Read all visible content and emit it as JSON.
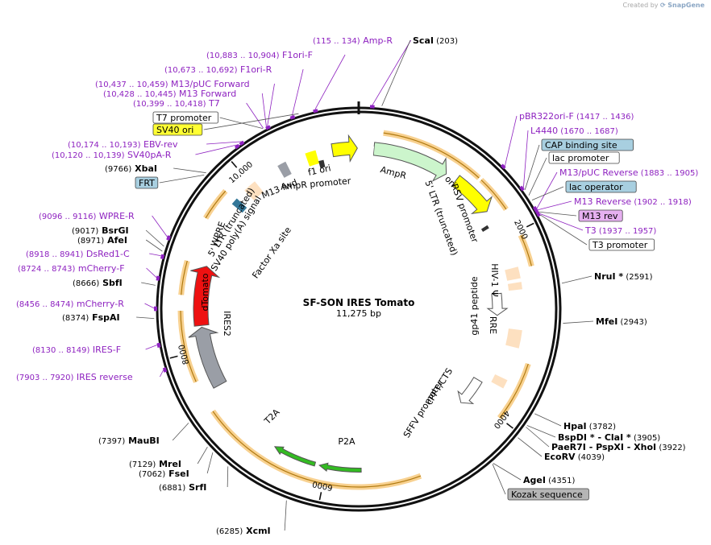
{
  "watermark": {
    "created_by": "Created by",
    "brand": "SnapGene"
  },
  "plasmid": {
    "name": "SF-SON IRES Tomato",
    "size_label": "11,275 bp",
    "length": 11275
  },
  "colors": {
    "primer": "#8e22c0",
    "orange_band": "#f5c26b",
    "feature_yellow": "#ffff00",
    "ampr_green": "#ccf5cc",
    "gray_feature": "#9a9ea6",
    "peach": "#fde0c0",
    "dtomato_red": "#ee1111",
    "p2a_green": "#33bb22",
    "primer_purple": "#c46ab8",
    "box_blue": "#a8cfe0",
    "box_yellow": "#ffff33",
    "box_lavender": "#e6b0f0",
    "box_gray": "#b5b5b5",
    "box_white": "#ffffff"
  },
  "ticks": [
    "2000",
    "4000",
    "6000",
    "8000",
    "10,000"
  ],
  "labels": [
    {
      "kind": "ppos",
      "pos": "(115 .. 134)",
      "name": "Amp-R"
    },
    {
      "kind": "enz",
      "name": "ScaI",
      "pos": "(203)"
    },
    {
      "kind": "ppos",
      "pos": "(10,883 .. 10,904)",
      "name": "F1ori-F"
    },
    {
      "kind": "ppos",
      "pos": "(10,673 .. 10,692)",
      "name": "F1ori-R"
    },
    {
      "kind": "ppos",
      "pos": "(10,437 .. 10,459)",
      "name": "M13/pUC Forward"
    },
    {
      "kind": "ppos",
      "pos": "(10,428 .. 10,445)",
      "name": "M13 Forward"
    },
    {
      "kind": "ppos",
      "pos": "(10,399 .. 10,418)",
      "name": "T7"
    },
    {
      "kind": "box",
      "name": "T7 promoter"
    },
    {
      "kind": "box",
      "name": "SV40 ori"
    },
    {
      "kind": "ppos",
      "pos": "(10,174 .. 10,193)",
      "name": "EBV-rev"
    },
    {
      "kind": "ppos",
      "pos": "(10,120 .. 10,139)",
      "name": "SV40pA-R"
    },
    {
      "kind": "enz",
      "pos": "(9766)",
      "name": "XbaI"
    },
    {
      "kind": "box",
      "name": "FRT"
    },
    {
      "kind": "ppos",
      "pos": "(9096 .. 9116)",
      "name": "WPRE-R"
    },
    {
      "kind": "enz",
      "pos": "(9017)",
      "name": "BsrGI"
    },
    {
      "kind": "enz",
      "pos": "(8971)",
      "name": "AfeI"
    },
    {
      "kind": "ppos",
      "pos": "(8918 .. 8941)",
      "name": "DsRed1-C"
    },
    {
      "kind": "ppos",
      "pos": "(8724 .. 8743)",
      "name": "mCherry-F"
    },
    {
      "kind": "enz",
      "pos": "(8666)",
      "name": "SbfI"
    },
    {
      "kind": "ppos",
      "pos": "(8456 .. 8474)",
      "name": "mCherry-R"
    },
    {
      "kind": "enz",
      "pos": "(8374)",
      "name": "FspAI"
    },
    {
      "kind": "ppos",
      "pos": "(8130 .. 8149)",
      "name": "IRES-F"
    },
    {
      "kind": "ppos",
      "pos": "(7903 .. 7920)",
      "name": "IRES reverse"
    },
    {
      "kind": "enz",
      "pos": "(7397)",
      "name": "MauBI"
    },
    {
      "kind": "enz",
      "pos": "(7129)",
      "name": "MreI"
    },
    {
      "kind": "enz",
      "pos": "(7062)",
      "name": "FseI"
    },
    {
      "kind": "enz",
      "pos": "(6881)",
      "name": "SrfI"
    },
    {
      "kind": "enz",
      "pos": "(6285)",
      "name": "XcmI"
    },
    {
      "kind": "prim",
      "name": "pBR322ori-F",
      "pos": "(1417 .. 1436)"
    },
    {
      "kind": "prim",
      "name": "L4440",
      "pos": "(1670 .. 1687)"
    },
    {
      "kind": "box",
      "name": "CAP binding site"
    },
    {
      "kind": "box",
      "name": "lac promoter"
    },
    {
      "kind": "prim",
      "name": "M13/pUC Reverse",
      "pos": "(1883 .. 1905)"
    },
    {
      "kind": "box",
      "name": "lac operator"
    },
    {
      "kind": "prim",
      "name": "M13 Reverse",
      "pos": "(1902 .. 1918)"
    },
    {
      "kind": "box",
      "name": "M13 rev"
    },
    {
      "kind": "prim",
      "name": "T3",
      "pos": "(1937 .. 1957)"
    },
    {
      "kind": "box",
      "name": "T3 promoter"
    },
    {
      "kind": "enz",
      "name": "NruI *",
      "pos": "(2591)"
    },
    {
      "kind": "enz",
      "name": "MfeI",
      "pos": "(2943)"
    },
    {
      "kind": "enz",
      "name": "HpaI",
      "pos": "(3782)"
    },
    {
      "kind": "enz",
      "name": "BspDI *  - ClaI *",
      "pos": "(3905)"
    },
    {
      "kind": "enz",
      "name": "PaeR7I  - PspXI  - XhoI",
      "pos": "(3922)"
    },
    {
      "kind": "enz",
      "name": "EcoRV",
      "pos": "(4039)"
    },
    {
      "kind": "enz",
      "name": "AgeI",
      "pos": "(4351)"
    },
    {
      "kind": "box",
      "name": "Kozak sequence"
    }
  ],
  "inner_labels": [
    "M13 fwd",
    "f1 ori",
    "AmpR promoter",
    "AmpR",
    "ori",
    "RSV promoter",
    "5' LTR (truncated)",
    "HIV-1 Ψ",
    "gp41 peptide",
    "RRE",
    "cPPT/CTS",
    "SFFV promoter",
    "T2A",
    "P2A",
    "IRES2",
    "dTomato",
    "WPRE",
    "5' LTR (truncated)",
    "SV40 poly(A) signal",
    "Factor Xa site"
  ]
}
